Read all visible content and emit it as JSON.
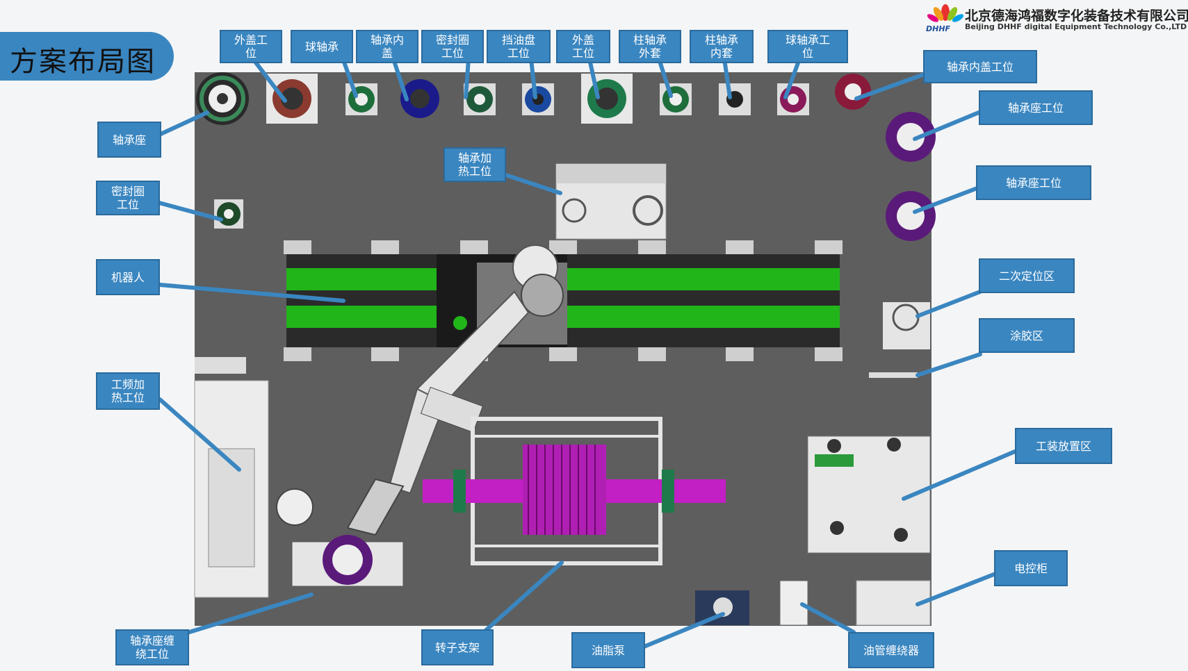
{
  "title": "方案布局图",
  "company": {
    "name_cn": "北京德海鸿福数字化装备技术有限公司",
    "name_en": "Beijing DHHF digital Equipment Technology Co.,LTD",
    "logo_text": "DHHF"
  },
  "labels": {
    "top_outer_cover": "外盖工\n位",
    "top_ball_bearing": "球轴承",
    "top_inner_cover": "轴承内\n盖",
    "top_seal_ring": "密封圈\n工位",
    "top_oil_baffle": "挡油盘\n工位",
    "top_outer_cover_2": "外盖\n工位",
    "top_roller_outer": "柱轴承\n外套",
    "top_roller_inner": "柱轴承\n内套",
    "top_ball_bearing_station": "球轴承工\n位",
    "bearing_inner_cover_station": "轴承内盖工位",
    "bearing_seat_station_1": "轴承座工位",
    "bearing_seat_station_2": "轴承座工位",
    "bearing_seat": "轴承座",
    "seal_ring_station": "密封圈\n工位",
    "bearing_heating_station": "轴承加\n热工位",
    "robot": "机器人",
    "secondary_positioning": "二次定位区",
    "gluing_area": "涂胶区",
    "power_freq_heating": "工频加\n热工位",
    "fixture_area": "工装放置区",
    "control_cabinet": "电控柜",
    "bearing_seat_winding": "轴承座缠\n绕工位",
    "rotor_stand": "转子支架",
    "grease_pump": "油脂泵",
    "hose_reel": "油管缠绕器"
  },
  "colors": {
    "accent": "#3a86c0",
    "floor": "#5e5e5e",
    "track_green": "#22b51a",
    "rotor_magenta": "#c21fc4"
  }
}
